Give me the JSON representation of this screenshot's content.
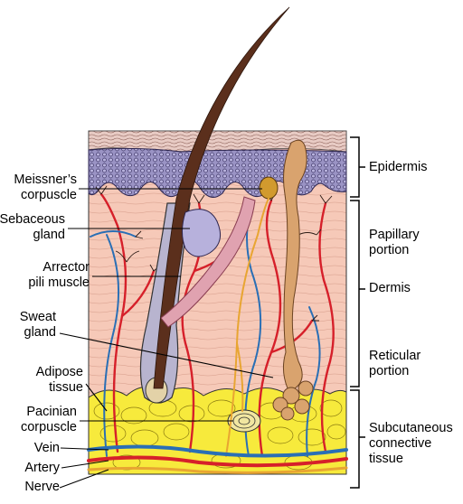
{
  "labels_left": [
    {
      "id": "meissners",
      "lines": [
        "Meissner’s",
        "corpuscle"
      ]
    },
    {
      "id": "sebaceous",
      "lines": [
        "Sebaceous",
        "gland"
      ]
    },
    {
      "id": "arrector",
      "lines": [
        "Arrector",
        "pili muscle"
      ]
    },
    {
      "id": "sweat",
      "lines": [
        "Sweat",
        "gland"
      ]
    },
    {
      "id": "adipose",
      "lines": [
        "Adipose",
        "tissue"
      ]
    },
    {
      "id": "pacinian",
      "lines": [
        "Pacinian",
        "corpuscle"
      ]
    },
    {
      "id": "vein",
      "lines": [
        "Vein"
      ]
    },
    {
      "id": "artery",
      "lines": [
        "Artery"
      ]
    },
    {
      "id": "nerve",
      "lines": [
        "Nerve"
      ]
    }
  ],
  "labels_right": [
    {
      "id": "epidermis",
      "lines": [
        "Epidermis"
      ]
    },
    {
      "id": "papillary",
      "lines": [
        "Papillary",
        "portion"
      ]
    },
    {
      "id": "dermis",
      "lines": [
        "Dermis"
      ]
    },
    {
      "id": "reticular",
      "lines": [
        "Reticular",
        "portion"
      ]
    },
    {
      "id": "subcutaneous",
      "lines": [
        "Subcutaneous",
        "connective",
        "tissue"
      ]
    }
  ],
  "colors": {
    "dermis": "#f6c9b8",
    "epidermis": "#9a93c4",
    "stratum_corneum": "#e4c6c0",
    "adipose": "#f7ea3c",
    "artery": "#d6202a",
    "vein": "#2a6fb5",
    "nerve": "#e8a532",
    "hair": "#5b2f1c",
    "sweat_gland": "#d9a36e",
    "muscle": "#e0a2b0"
  }
}
